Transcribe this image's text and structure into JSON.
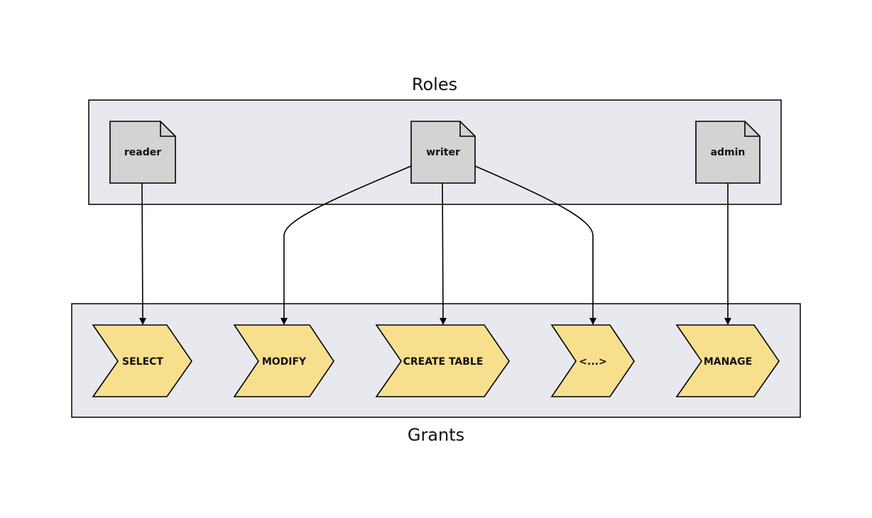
{
  "groups": {
    "roles_title": "Roles",
    "grants_title": "Grants"
  },
  "roles": [
    {
      "id": "reader",
      "label": "reader"
    },
    {
      "id": "writer",
      "label": "writer"
    },
    {
      "id": "admin",
      "label": "admin"
    }
  ],
  "grants": [
    {
      "id": "select",
      "label": "SELECT"
    },
    {
      "id": "modify",
      "label": "MODIFY"
    },
    {
      "id": "create-table",
      "label": "CREATE TABLE"
    },
    {
      "id": "ellipsis",
      "label": "<...>"
    },
    {
      "id": "manage",
      "label": "MANAGE"
    }
  ],
  "edges": [
    {
      "from": "reader",
      "to": "select"
    },
    {
      "from": "writer",
      "to": "modify"
    },
    {
      "from": "writer",
      "to": "create-table"
    },
    {
      "from": "writer",
      "to": "ellipsis"
    },
    {
      "from": "admin",
      "to": "manage"
    }
  ],
  "colors": {
    "group_fill": "#e8e8ef",
    "role_fill": "#d3d3d3",
    "grant_fill": "#f7df8e",
    "stroke": "#000000"
  }
}
